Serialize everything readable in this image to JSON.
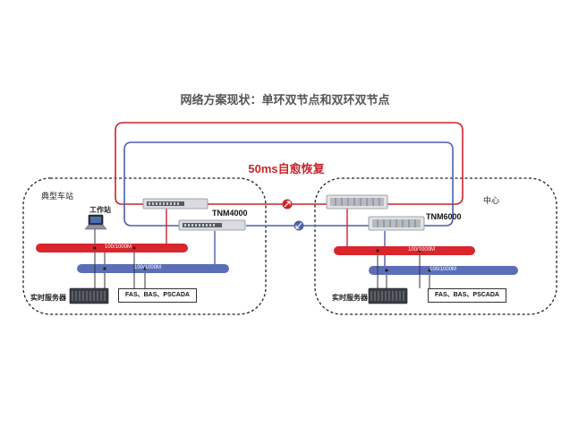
{
  "title": "网络方案现状：单环双节点和双环双节点",
  "recovery_label": "50ms自愈恢复",
  "station": {
    "name": "典型车站",
    "workstation_label": "工作站",
    "device_label": "TNM4000",
    "red_bus_label": "100/1000M",
    "blue_bus_label": "100/1000M",
    "server_label": "实时服务器",
    "systems_label": "FAS、BAS、PSCADA"
  },
  "center": {
    "name": "中心",
    "device_label": "TNM6000",
    "red_bus_label": "100/1000M",
    "blue_bus_label": "100/1000M",
    "server_label": "实时服务器",
    "systems_label": "FAS、BAS、PSCADA"
  },
  "colors": {
    "red_ring": "#c9252c",
    "blue_ring": "#4d5fa8",
    "red_bus": "#d8262c",
    "blue_bus": "#5b6fb8"
  }
}
